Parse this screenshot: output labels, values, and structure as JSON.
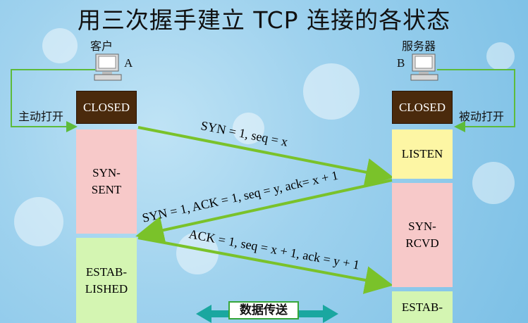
{
  "title": "用三次握手建立 TCP 连接的各状态",
  "client": {
    "label": "客户",
    "id": "A",
    "action": "主动打开"
  },
  "server": {
    "label": "服务器",
    "id": "B",
    "action": "被动打开"
  },
  "client_states": [
    "CLOSED",
    "SYN-\nSENT",
    "ESTAB-\nLISHED"
  ],
  "server_states": [
    "CLOSED",
    "LISTEN",
    "SYN-\nRCVD",
    "ESTAB-"
  ],
  "messages": [
    "SYN = 1, seq = x",
    "SYN = 1, ACK = 1, seq = y, ack= x + 1",
    "ACK = 1, seq = x + 1, ack = y + 1"
  ],
  "transfer_label": "数据传送",
  "colors": {
    "arrow": "#7ac22a",
    "feedback": "#5dbb3a",
    "closed": "#4a2a0c"
  }
}
